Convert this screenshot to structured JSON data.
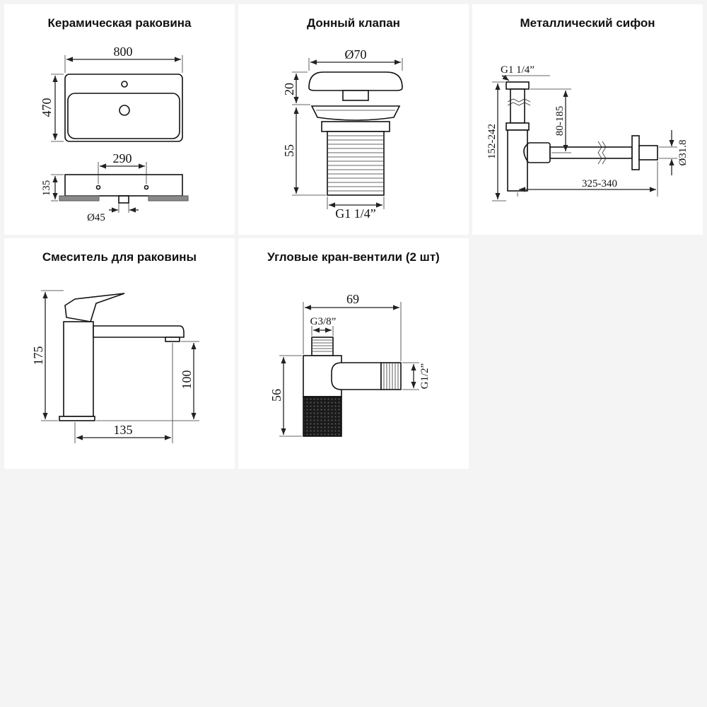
{
  "panels": {
    "sink": {
      "title": "Керамическая раковина",
      "dims": {
        "width": "800",
        "depth": "470",
        "holes": "290",
        "height": "135",
        "drain": "Ø45"
      }
    },
    "valve": {
      "title": "Донный клапан",
      "dims": {
        "diameter": "Ø70",
        "cap": "20",
        "body": "55",
        "thread": "G1 1/4”"
      }
    },
    "siphon": {
      "title": "Металлический сифон",
      "dims": {
        "thread": "G1 1/4”",
        "adjust": "80-185",
        "height": "152-242",
        "length": "325-340",
        "pipe": "Ø31.8"
      }
    },
    "mixer": {
      "title": "Смеситель для раковины",
      "dims": {
        "height": "175",
        "spout": "100",
        "reach": "135"
      }
    },
    "angle": {
      "title": "Угловые кран-вентили (2 шт)",
      "dims": {
        "length": "69",
        "inlet": "G3/8”",
        "height": "56",
        "outlet": "G1/2”"
      }
    }
  }
}
